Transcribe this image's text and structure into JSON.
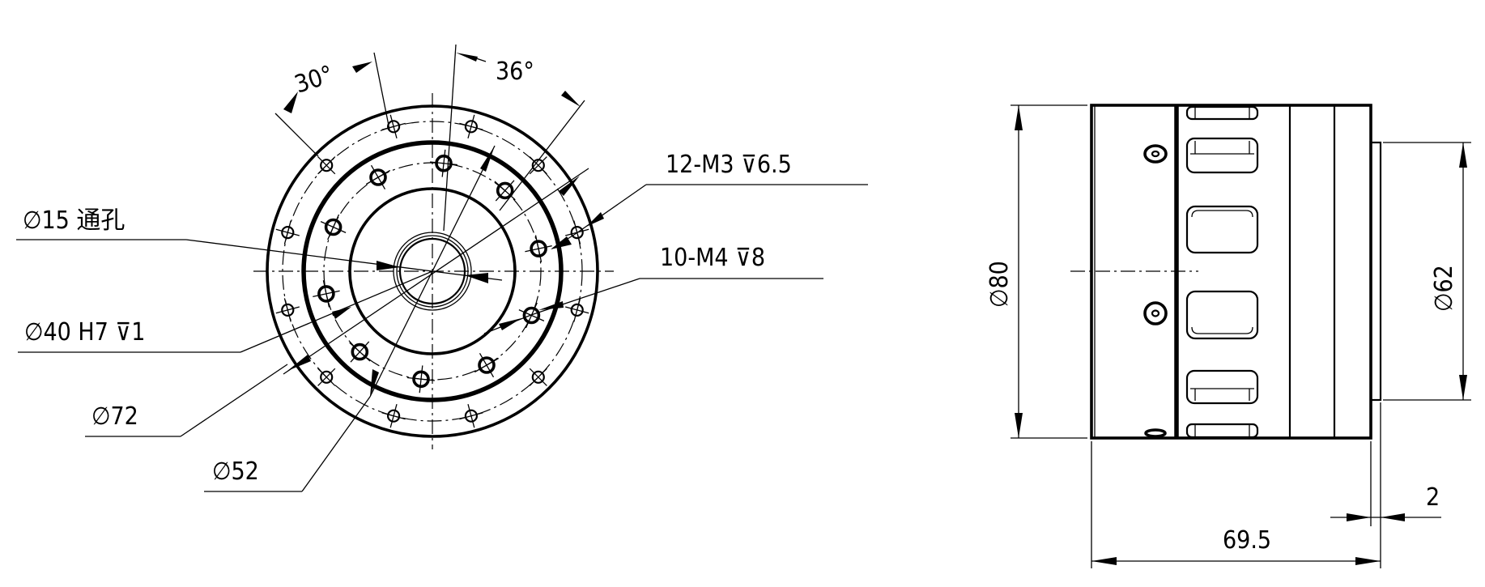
{
  "drawing": {
    "front_view": {
      "labels": {
        "angle_outer": "30°",
        "angle_inner": "36°",
        "through_hole": "∅15 通孔",
        "bore": "∅40 H7 ⊽1",
        "outer_pcd": "∅72",
        "inner_pcd": "∅52",
        "outer_holes": "12-M3 ⊽6.5",
        "inner_holes": "10-M4 ⊽8"
      },
      "outer_hole_count": 12,
      "inner_hole_count": 10
    },
    "side_view": {
      "labels": {
        "outer_diameter": "∅80",
        "pilot_diameter": "∅62",
        "length": "69.5",
        "step": "2"
      }
    }
  }
}
